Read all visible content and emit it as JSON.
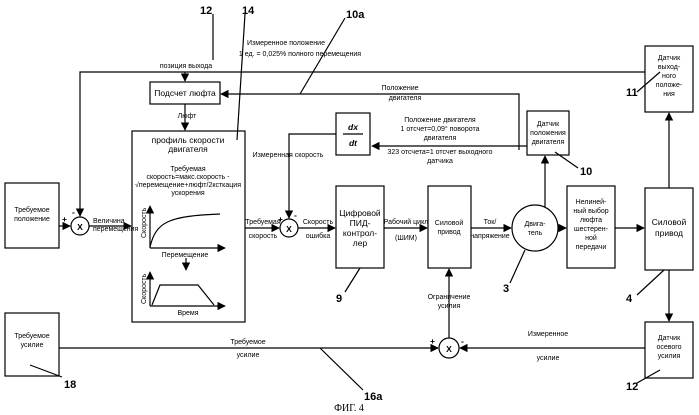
{
  "figure": {
    "caption": "ФИГ. 4"
  },
  "refs": {
    "r12_top": "12",
    "r14": "14",
    "r10a": "10a",
    "r11": "11",
    "r10": "10",
    "r9": "9",
    "r3": "3",
    "r4": "4",
    "r18": "18",
    "r16a": "16a",
    "r12_bot": "12"
  },
  "blocks": {
    "required_position": [
      "Требуемое",
      "положение"
    ],
    "required_force": [
      "Требуемое",
      "усилие"
    ],
    "backlash_calc": "Подсчет люфта",
    "speed_profile": {
      "title": [
        "профиль скорости",
        "двигателя"
      ],
      "formula": [
        "Требуемая",
        "скорость=макс.скорость -",
        "√перемещение+люфт/2ксткация",
        "ускорения"
      ],
      "graph1_ylabel": "Скорость",
      "graph1_xlabel": "Перемещение",
      "graph2_ylabel": "Скорость",
      "graph2_xlabel": "Время"
    },
    "derivative": {
      "num": "dx",
      "den": "dt"
    },
    "pid": [
      "Цифровой",
      "ПИД-",
      "контрол-",
      "лер"
    ],
    "power_drive_mid": [
      "Силовой",
      "привод"
    ],
    "motor": [
      "Двига-",
      "тель"
    ],
    "gear_backlash": [
      "Нелиней-",
      "ный выбор",
      "люфта",
      "шестерен-",
      "ной",
      "передачи"
    ],
    "power_drive_right": [
      "Силовой",
      "привод"
    ],
    "output_sensor": [
      "Датчик",
      "выход-",
      "ного",
      "положе-",
      "ния"
    ],
    "motor_pos_sensor": [
      "Датчик",
      "положения",
      "двигателя"
    ],
    "axial_sensor": [
      "Датчик",
      "осевого",
      "усилия"
    ]
  },
  "labels": {
    "measured_position": "Измеренное положение",
    "unit_note": "1 ед. = 0,025% полного перемещения",
    "output_position": "позиция выхода",
    "backlash": "Люфт",
    "motor_position": [
      "Положение",
      "двигателя"
    ],
    "motor_position_note": [
      "Положение двигателя",
      "1 отсчет=0,09° поворота",
      "двигателя",
      "323 отсчета=1 отсчет выходного",
      "датчика"
    ],
    "measured_speed": "Измеренная скорость",
    "displacement": [
      "Величина",
      "перемещения"
    ],
    "required_speed": [
      "Требуемая",
      "скорость"
    ],
    "speed_error": [
      "Скорость",
      "ошибка"
    ],
    "duty_cycle": [
      "Рабочий цикл",
      "(ШИМ)"
    ],
    "current_voltage": [
      "Ток/",
      "напряжение"
    ],
    "force_limit": [
      "Ограничение",
      "усилия"
    ],
    "required_force_line": [
      "Требуемое",
      "усилие"
    ],
    "measured_force": [
      "Измеренное",
      "усилие"
    ]
  },
  "summing": {
    "plus": "+",
    "minus": "-",
    "x": "X"
  }
}
